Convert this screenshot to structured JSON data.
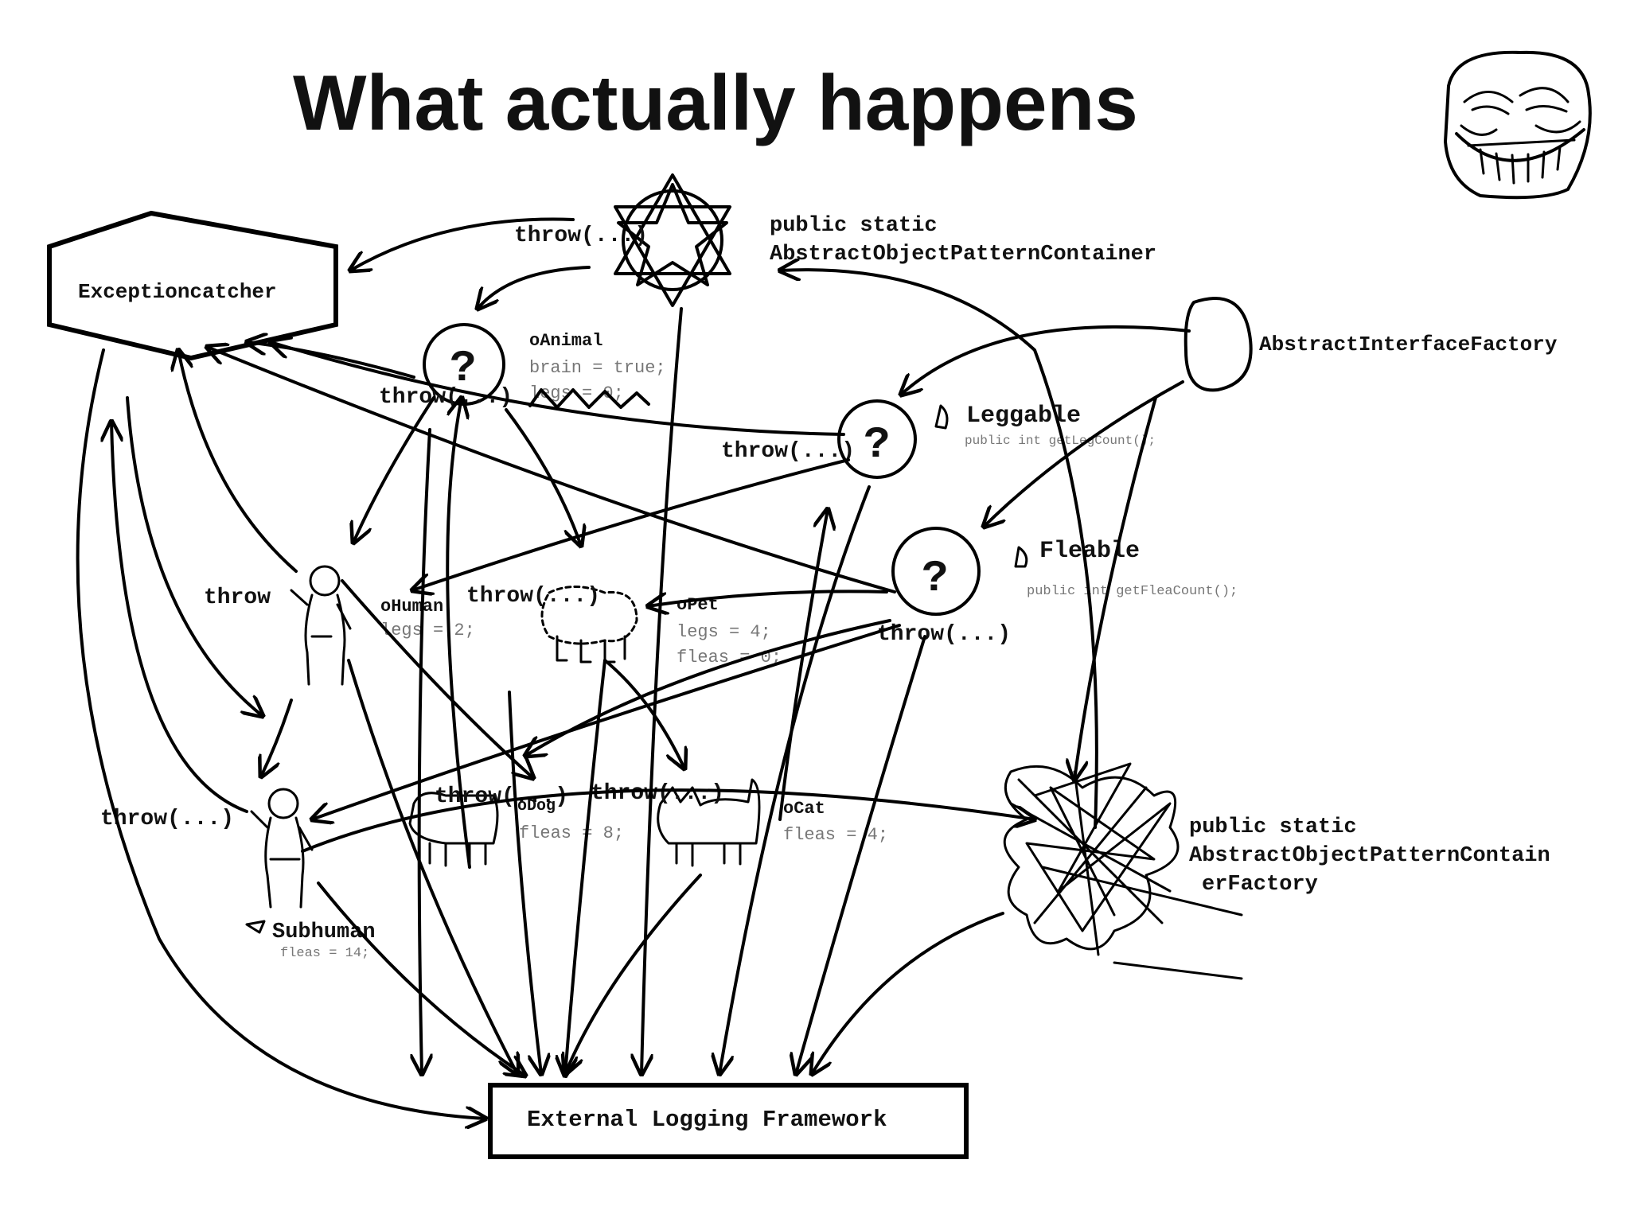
{
  "title": "What actually happens",
  "boxes": {
    "exception_catcher": "Exceptioncatcher",
    "external_logging": "External Logging Framework"
  },
  "labels": {
    "container_line1": "public static",
    "container_line2": "AbstractObjectPatternContainer",
    "interface_factory": "AbstractInterfaceFactory",
    "leggable": "Leggable",
    "leggable_method": "public int getLegCount();",
    "fleable": "Fleable",
    "fleable_method": "public int getFleaCount();",
    "factory_line1": "public static",
    "factory_line2": "AbstractObjectPatternContain",
    "factory_line3": "erFactory",
    "animal_name": "oAnimal",
    "animal_field1": "brain = true;",
    "animal_field2": "legs = 0;",
    "human_name": "oHuman",
    "human_field": "legs = 2;",
    "pet_name": "oPet",
    "pet_field1": "legs = 4;",
    "pet_field2": "fleas = 0;",
    "dog_name": "oDog",
    "dog_field": "fleas = 8;",
    "cat_name": "oCat",
    "cat_field": "fleas = 4;",
    "subhuman_name": "Subhuman",
    "subhuman_field": "fleas = 14;"
  },
  "throws": {
    "top": "throw(...)",
    "animal": "throw(...)",
    "leggable": "throw(...)",
    "human": "throw",
    "pet": "throw(...)",
    "fleable": "throw(...)",
    "subhuman": "throw(...)",
    "dog": "throw(...)",
    "cat": "throw(...)"
  },
  "symbols": {
    "question": "?"
  },
  "icons": [
    "troll-face-icon",
    "star-of-david-icon",
    "pentagram-icon",
    "human-figure-icon",
    "dog-icon",
    "cat-icon",
    "pet-icon",
    "scribble-icon"
  ]
}
